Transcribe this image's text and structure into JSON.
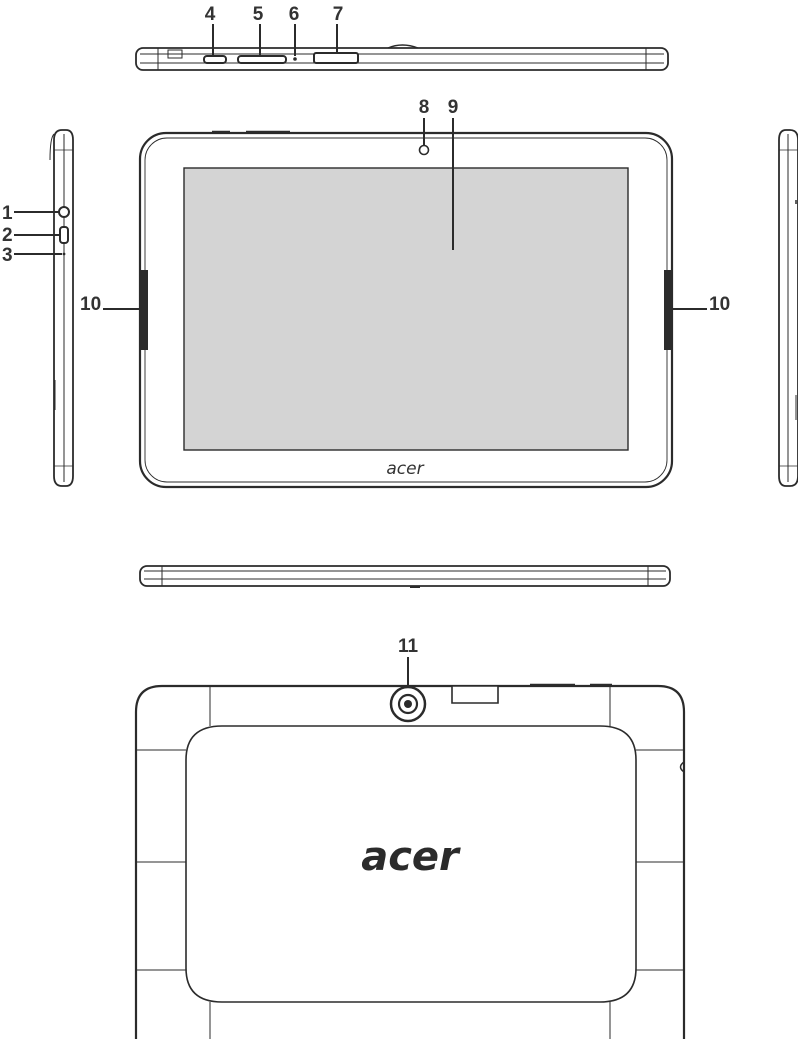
{
  "callouts": {
    "c1": "1",
    "c2": "2",
    "c3": "3",
    "c4": "4",
    "c5": "5",
    "c6": "6",
    "c7": "7",
    "c8": "8",
    "c9": "9",
    "c10_left": "10",
    "c10_right": "10",
    "c11": "11"
  },
  "logos": {
    "front": "acer",
    "back": "acer"
  },
  "colors": {
    "screen": "#d4d4d4",
    "outline": "#2b2b2b",
    "speaker": "#2b2b2b",
    "background": "#ffffff"
  }
}
